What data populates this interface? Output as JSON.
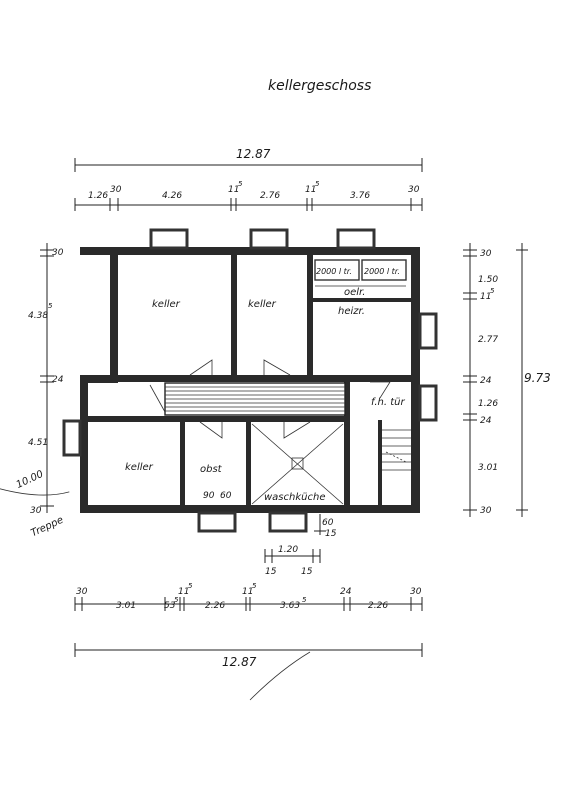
{
  "title": "kellergeschoss",
  "overall": {
    "top": "12.87",
    "bottom": "12.87",
    "right": "9.73"
  },
  "top_dims": [
    "1.26",
    "30",
    "4.26",
    "11",
    "5",
    "2.76",
    "11",
    "5",
    "3.76",
    "30"
  ],
  "left_dims": [
    "30",
    "4.38",
    "5",
    "24",
    "4.51",
    "30"
  ],
  "right_dims": [
    "30",
    "1.50",
    "11",
    "5",
    "2.77",
    "24",
    "1.26",
    "24",
    "3.01",
    "30"
  ],
  "bottom_dims": [
    "30",
    "3.01",
    "53",
    "5",
    "11",
    "5",
    "2.26",
    "11",
    "5",
    "3.63",
    "5",
    "24",
    "2.26",
    "30"
  ],
  "door_dims": [
    "60",
    "15",
    "1.20",
    "15",
    "15"
  ],
  "rooms": {
    "keller_1": "keller",
    "keller_2": "keller",
    "keller_3": "keller",
    "heizr": "heizr.",
    "oelr": "oelr.",
    "tank_1": "2000 l tr.",
    "tank_2": "2000 l tr.",
    "obst": "obst",
    "waschkueche": "waschküche",
    "fh_tuer": "f.h. tür"
  },
  "obst_dims": [
    "90",
    "60"
  ],
  "handwriting": [
    "10.00",
    "Treppe"
  ]
}
